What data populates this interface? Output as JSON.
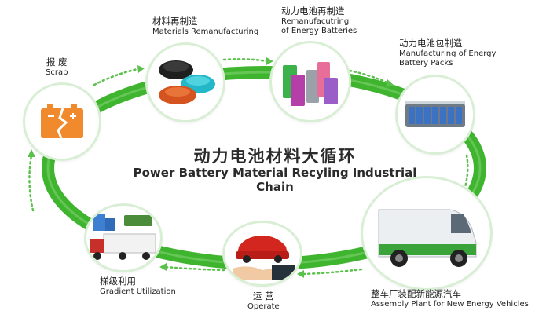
{
  "title": {
    "zh": "动力电池材料大循环",
    "en": "Power Battery Material Recyling Industrial Chain"
  },
  "colors": {
    "ring": "#3fb52f",
    "arrow": "#5cc04d",
    "scrap_orange": "#f08a2c"
  },
  "stages": [
    {
      "zh": "报 废",
      "en": "Scrap",
      "icon": "broken-battery-icon"
    },
    {
      "zh": "材料再制造",
      "en": "Materials Remanufacturing",
      "icon": "material-powder-icon"
    },
    {
      "zh": "动力电池再制造",
      "en1": "Remanufacutring",
      "en2": "of Energy Batteries",
      "icon": "battery-cells-icon"
    },
    {
      "zh": "动力电池包制造",
      "en1": "Manufacturing of Energy",
      "en2": "Battery Packs",
      "icon": "battery-pack-icon"
    },
    {
      "zh": "整车厂装配新能源汽车",
      "en": "Assembly Plant for New Energy Vehicles",
      "icon": "ev-van-icon"
    },
    {
      "zh": "运 营",
      "en": "Operate",
      "icon": "car-handshake-icon"
    },
    {
      "zh": "梯级利用",
      "en": "Gradient Utilization",
      "icon": "storage-truck-icon"
    }
  ]
}
